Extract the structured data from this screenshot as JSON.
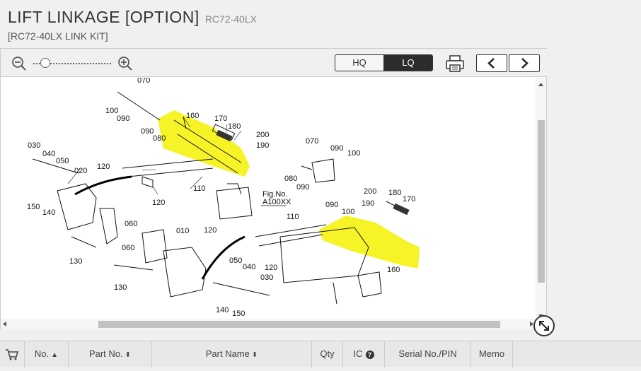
{
  "header": {
    "title": "LIFT LINKAGE [OPTION]",
    "model": "RC72-40LX",
    "subtitle": "[RC72-40LX LINK KIT]"
  },
  "toolbar": {
    "hq_label": "HQ",
    "lq_label": "LQ",
    "zoom_level_fraction": 0.15
  },
  "diagram": {
    "fig_label": "Fig.No.",
    "fig_code": "A100XX",
    "labels": [
      "070",
      "100",
      "090",
      "160",
      "170",
      "180",
      "200",
      "190",
      "090",
      "080",
      "030",
      "040",
      "050",
      "020",
      "120",
      "110",
      "120",
      "150",
      "140",
      "060",
      "130",
      "070",
      "090",
      "100",
      "080",
      "090",
      "200",
      "180",
      "170",
      "190",
      "090",
      "100",
      "110",
      "010",
      "120",
      "060",
      "050",
      "040",
      "120",
      "030",
      "160",
      "130",
      "140",
      "150"
    ],
    "highlight_color": "#f5f200"
  },
  "table": {
    "columns": [
      {
        "key": "cart",
        "label": ""
      },
      {
        "key": "no",
        "label": "No."
      },
      {
        "key": "part_no",
        "label": "Part No."
      },
      {
        "key": "part_name",
        "label": "Part Name"
      },
      {
        "key": "qty",
        "label": "Qty"
      },
      {
        "key": "ic",
        "label": "IC"
      },
      {
        "key": "serial",
        "label": "Serial No./PIN"
      },
      {
        "key": "memo",
        "label": "Memo"
      }
    ]
  }
}
